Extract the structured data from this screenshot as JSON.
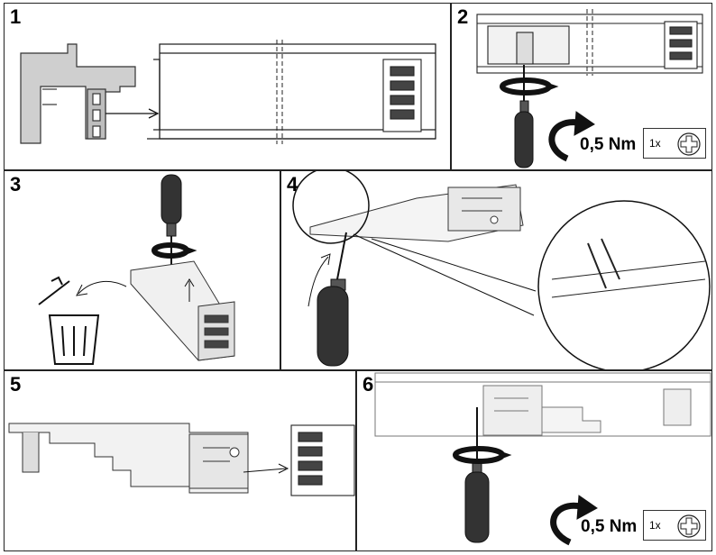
{
  "steps": [
    {
      "number": "1"
    },
    {
      "number": "2",
      "torque": "0,5 Nm",
      "quantity": "1x"
    },
    {
      "number": "3"
    },
    {
      "number": "4"
    },
    {
      "number": "5"
    },
    {
      "number": "6",
      "torque": "0,5 Nm",
      "quantity": "1x"
    }
  ],
  "icons": [
    "arrow-icon",
    "screwdriver-icon",
    "rotation-arrow-icon",
    "torque-arrow-icon",
    "phillips-screw-icon",
    "trash-bin-icon",
    "magnifier-circle-icon"
  ]
}
